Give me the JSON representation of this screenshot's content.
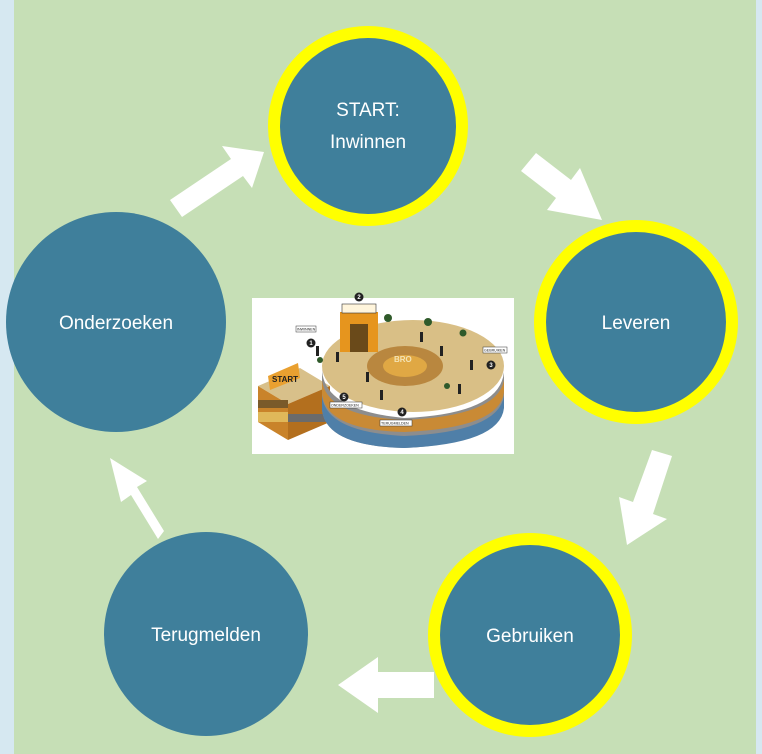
{
  "diagram": {
    "steps": [
      {
        "id": "inwinnen",
        "lines": [
          "START:",
          "Inwinnen"
        ],
        "highlighted": true
      },
      {
        "id": "leveren",
        "lines": [
          "Leveren"
        ],
        "highlighted": true
      },
      {
        "id": "gebruiken",
        "lines": [
          "Gebruiken"
        ],
        "highlighted": true
      },
      {
        "id": "terugmelden",
        "lines": [
          "Terugmelden"
        ],
        "highlighted": false
      },
      {
        "id": "onderzoeken",
        "lines": [
          "Onderzoeken"
        ],
        "highlighted": false
      }
    ],
    "center_image": {
      "start_sign": "START",
      "sign_labels": [
        "INWINNEN",
        "LEVEREN",
        "GEBRUIKEN",
        "TERUGMELDEN",
        "ONDERZOEKEN"
      ],
      "step_numbers": [
        "1",
        "2",
        "3",
        "4",
        "5"
      ],
      "disc_text": "BRO"
    }
  },
  "colors": {
    "page_background": "#d6e8f1",
    "panel_background": "#c6dfb6",
    "circle_fill": "#3f7f9b",
    "highlight_ring": "#ffff00",
    "arrow_fill": "#ffffff",
    "label_text": "#ffffff"
  }
}
